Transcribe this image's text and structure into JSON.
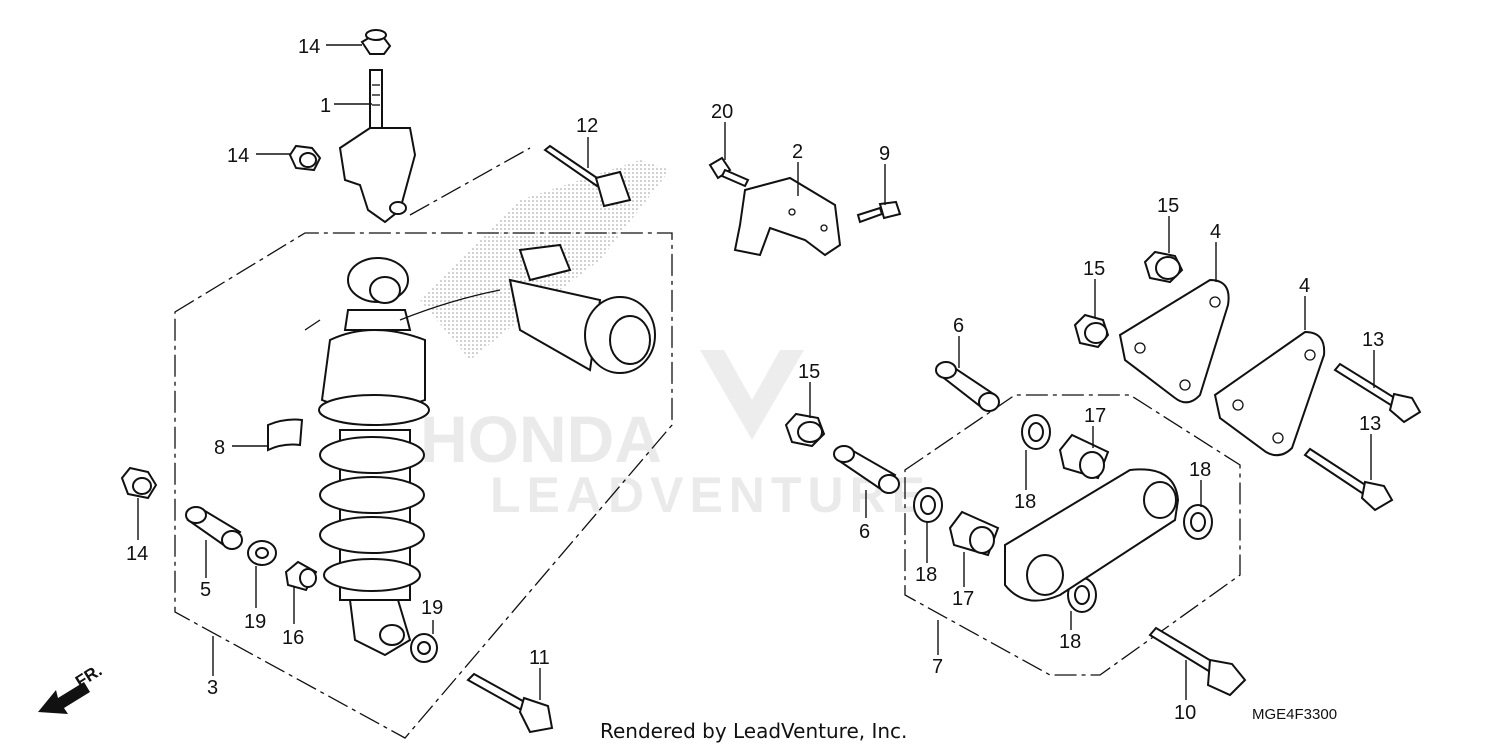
{
  "diagram": {
    "drawing_code": "MGE4F3300",
    "footer_text": "Rendered by LeadVenture, Inc.",
    "direction_label": "FR.",
    "watermark_brand": "HONDA",
    "watermark_text": "LEADVENTURE",
    "callouts": [
      {
        "id": "c14a",
        "label": "14"
      },
      {
        "id": "c1",
        "label": "1"
      },
      {
        "id": "c14b",
        "label": "14"
      },
      {
        "id": "c12",
        "label": "12"
      },
      {
        "id": "c20",
        "label": "20"
      },
      {
        "id": "c2",
        "label": "2"
      },
      {
        "id": "c9",
        "label": "9"
      },
      {
        "id": "c15a",
        "label": "15"
      },
      {
        "id": "c4a",
        "label": "4"
      },
      {
        "id": "c15b",
        "label": "15"
      },
      {
        "id": "c4b",
        "label": "4"
      },
      {
        "id": "c6a",
        "label": "6"
      },
      {
        "id": "c13a",
        "label": "13"
      },
      {
        "id": "c15c",
        "label": "15"
      },
      {
        "id": "c17a",
        "label": "17"
      },
      {
        "id": "c13b",
        "label": "13"
      },
      {
        "id": "c8",
        "label": "8"
      },
      {
        "id": "c18a",
        "label": "18"
      },
      {
        "id": "c18b",
        "label": "18"
      },
      {
        "id": "c14c",
        "label": "14"
      },
      {
        "id": "c6b",
        "label": "6"
      },
      {
        "id": "c5",
        "label": "5"
      },
      {
        "id": "c19a",
        "label": "19"
      },
      {
        "id": "c16",
        "label": "16"
      },
      {
        "id": "c18c",
        "label": "18"
      },
      {
        "id": "c17b",
        "label": "17"
      },
      {
        "id": "c19b",
        "label": "19"
      },
      {
        "id": "c18d",
        "label": "18"
      },
      {
        "id": "c7",
        "label": "7"
      },
      {
        "id": "c3",
        "label": "3"
      },
      {
        "id": "c11",
        "label": "11"
      },
      {
        "id": "c10",
        "label": "10"
      }
    ]
  }
}
